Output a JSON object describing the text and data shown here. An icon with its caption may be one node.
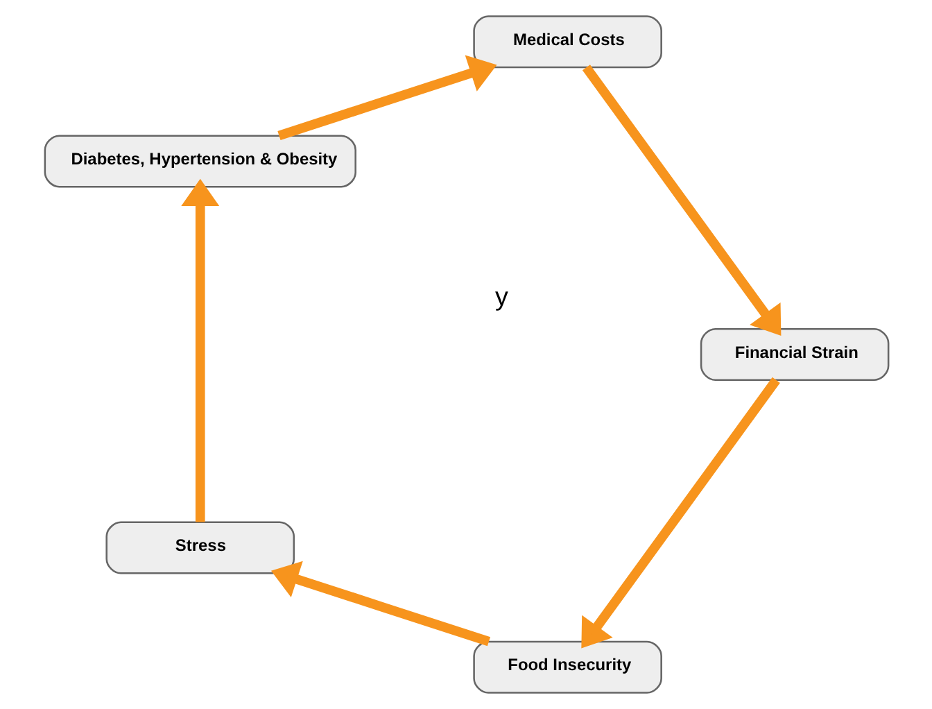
{
  "diagram": {
    "nodes": [
      {
        "text": [
          "Food Insecurity"
        ]
      },
      {
        "text": [
          "Stress"
        ]
      },
      {
        "text": [
          "Diabetes, Hypertension & Obesity"
        ]
      },
      {
        "text": [
          "Medical Costs"
        ]
      },
      {
        "text": [
          "Financial Strain"
        ]
      }
    ],
    "edges": [
      {
        "from": 0,
        "to": 1,
        "arrow": "to"
      },
      {
        "from": 1,
        "to": 2,
        "arrow": "to"
      },
      {
        "from": 2,
        "to": 3,
        "arrow": "to"
      },
      {
        "from": 3,
        "to": 4,
        "arrow": "to"
      },
      {
        "from": 4,
        "to": 0,
        "arrow": "to"
      }
    ],
    "labels": [
      "y"
    ]
  }
}
